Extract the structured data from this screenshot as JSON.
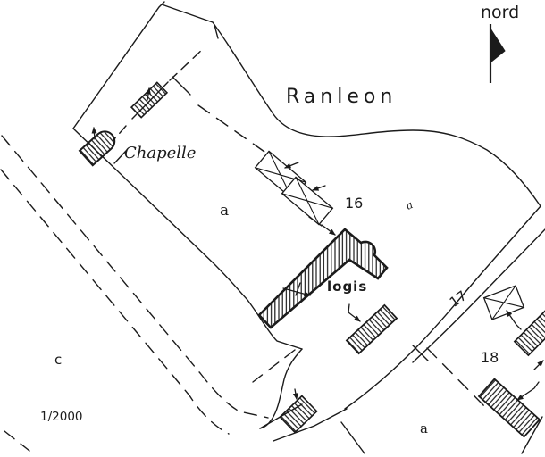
{
  "plan": {
    "type": "cadastral-site-plan",
    "labels": {
      "north": "nord",
      "place": "Ranleon",
      "chapel": "Chapelle",
      "logis": "logis",
      "parcel16": "16",
      "parcel17": "17",
      "parcel18": "18",
      "parcelA1": "a",
      "parcelA2": "a",
      "parcelA3": "a",
      "parcelC": "c",
      "scale": "1/2000"
    },
    "icons": {
      "north_arrow": "north-arrow-pennant"
    },
    "colors": {
      "ink": "#1b1b1b",
      "paper": "#ffffff"
    }
  }
}
